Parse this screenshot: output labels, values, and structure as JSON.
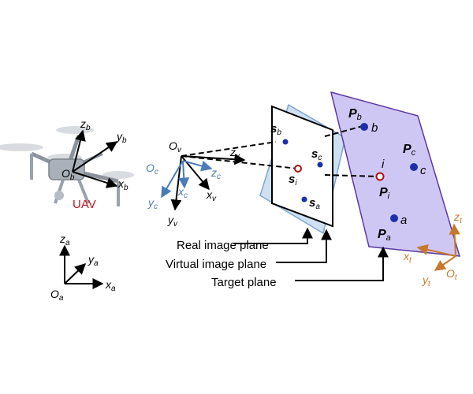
{
  "uav": {
    "label": "UAV",
    "frame": {
      "origin": "O",
      "origin_sub": "b",
      "x": "x",
      "x_sub": "b",
      "y": "y",
      "y_sub": "b",
      "z": "z",
      "z_sub": "b"
    }
  },
  "world_frame": {
    "origin": "O",
    "origin_sub": "a",
    "x": "x",
    "x_sub": "a",
    "y": "y",
    "y_sub": "a",
    "z": "z",
    "z_sub": "a"
  },
  "virtual_camera_frame": {
    "origin": "O",
    "origin_sub": "v",
    "x": "x",
    "x_sub": "v",
    "y": "y",
    "y_sub": "v",
    "z": "z",
    "z_sub": "v"
  },
  "real_camera_frame": {
    "origin": "O",
    "origin_sub": "c",
    "x": "x",
    "x_sub": "c",
    "y": "y",
    "y_sub": "c",
    "z": "z",
    "z_sub": "c"
  },
  "target_frame": {
    "origin": "O",
    "origin_sub": "t",
    "x": "x",
    "x_sub": "t",
    "y": "y",
    "y_sub": "t",
    "z": "z",
    "z_sub": "t"
  },
  "image_points": [
    {
      "letter": "s",
      "sub": "b"
    },
    {
      "letter": "s",
      "sub": "c"
    },
    {
      "letter": "s",
      "sub": "i"
    },
    {
      "letter": "s",
      "sub": "a"
    }
  ],
  "target_points": [
    {
      "letter": "P",
      "sub": "b",
      "name": "b"
    },
    {
      "letter": "P",
      "sub": "c",
      "name": "c"
    },
    {
      "letter": "P",
      "sub": "i",
      "name": "i"
    },
    {
      "letter": "P",
      "sub": "a",
      "name": "a"
    }
  ],
  "plane_labels": {
    "real": "Real image plane",
    "virtual": "Virtual image plane",
    "target": "Target plane"
  },
  "colors": {
    "axis_black": "#000000",
    "axis_blue": "#4a7cb8",
    "axis_orange": "#c8782a",
    "uav_label": "#c0141e",
    "point_blue": "#1a2fa8",
    "point_red": "#b01010",
    "target_plane_fill": "#cfc7f3",
    "target_plane_stroke": "#5a3aa0",
    "virtual_plane_fill": "#cfe0f3",
    "virtual_plane_stroke": "#7ea6cf"
  }
}
